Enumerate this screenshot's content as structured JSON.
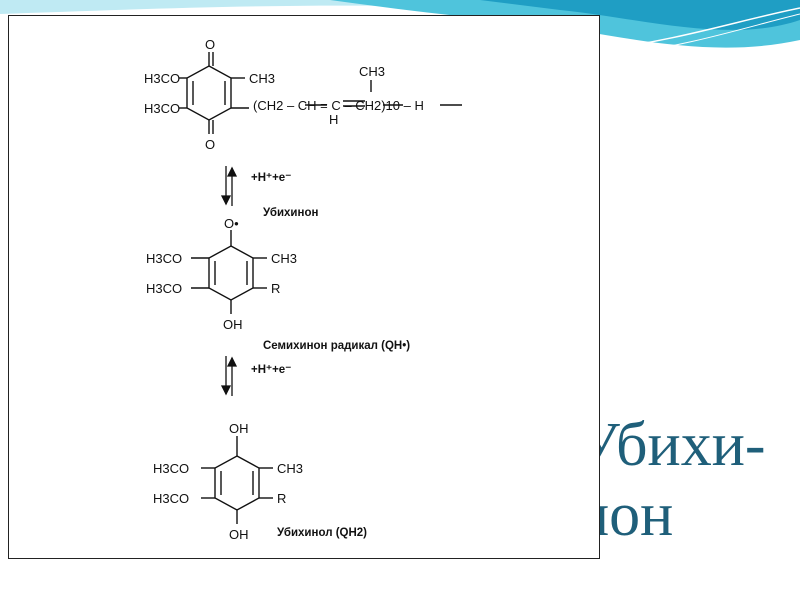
{
  "slide": {
    "title_line1": "Убихи-",
    "title_line2": "нон",
    "colors": {
      "wave_light": "#9fe0ee",
      "wave_mid": "#4fc4dc",
      "wave_dark": "#1f9ec4",
      "title": "#1f5f7a"
    }
  },
  "scheme": {
    "ubiquinone": {
      "label": "Убихинон",
      "o_top": "O",
      "o_bottom": "O",
      "h3co_1": "H3CO",
      "h3co_2": "H3CO",
      "ch3": "CH3",
      "side_chain": "(CH2 – CH = C – CH2)10 – H",
      "chain_h": "H",
      "chain_ch3": "CH3"
    },
    "arrow1_label": "+H⁺+e⁻",
    "semiquinone": {
      "label": "Семихинон радикал (QH•)",
      "o_radical": "O•",
      "oh": "OH",
      "h3co_1": "H3CO",
      "h3co_2": "H3CO",
      "ch3": "CH3",
      "r": "R"
    },
    "arrow2_label": "+H⁺+e⁻",
    "ubiquinol": {
      "label": "Убихинол (QH2)",
      "oh_top": "OH",
      "oh_bottom": "OH",
      "h3co_1": "H3CO",
      "h3co_2": "H3CO",
      "ch3": "CH3",
      "r": "R"
    }
  }
}
